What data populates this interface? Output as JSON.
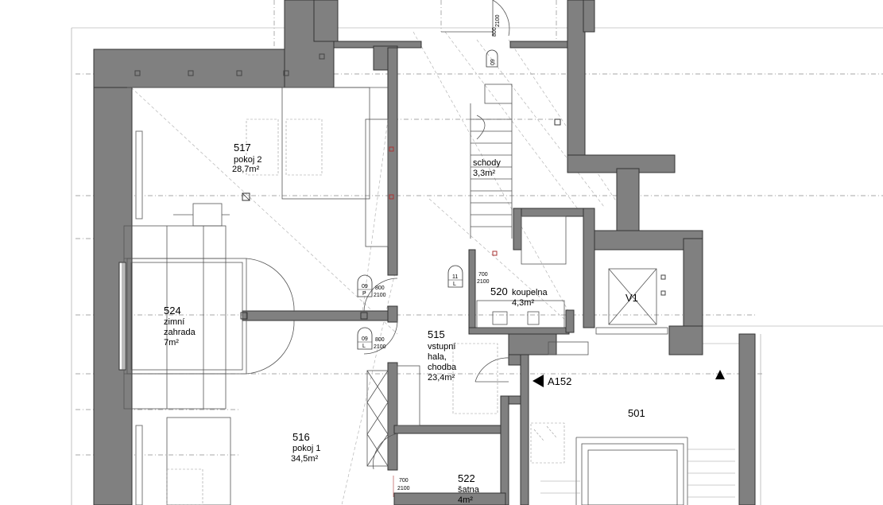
{
  "rooms": {
    "r517": {
      "number": "517",
      "name": "pokoj 2",
      "area": "28,7m²"
    },
    "rschody": {
      "name": "schody",
      "area": "3,3m²"
    },
    "r520": {
      "number": "520",
      "name": "koupelna",
      "area": "4,3m²"
    },
    "r524": {
      "number": "524",
      "name1": "zimní",
      "name2": "zahrada",
      "area": "7m²"
    },
    "r515": {
      "number": "515",
      "name1": "vstupní",
      "name2": "hala,",
      "name3": "chodba",
      "area": "23,4m²"
    },
    "r516": {
      "number": "516",
      "name": "pokoj 1",
      "area": "34,5m²"
    },
    "r522": {
      "number": "522",
      "name": "šatna",
      "area": "4m²"
    },
    "r501": {
      "number": "501"
    }
  },
  "tags": {
    "v1": "V1",
    "a152": "A152"
  },
  "doors": [
    {
      "top": "800",
      "bottom": "2100"
    },
    {
      "code_top": "09",
      "code_bottom": "P",
      "top": "800",
      "bottom": "2100"
    },
    {
      "code_top": "09",
      "code_bottom": "L",
      "top": "800",
      "bottom": "2100"
    },
    {
      "code_top": "11",
      "code_bottom": "L",
      "top": "700",
      "bottom": "2100"
    },
    {
      "top": "700",
      "bottom": "2100"
    },
    {
      "code_top": "09",
      "code_bottom": "P"
    }
  ],
  "colors": {
    "wall": "#808080",
    "line": "#555555"
  }
}
